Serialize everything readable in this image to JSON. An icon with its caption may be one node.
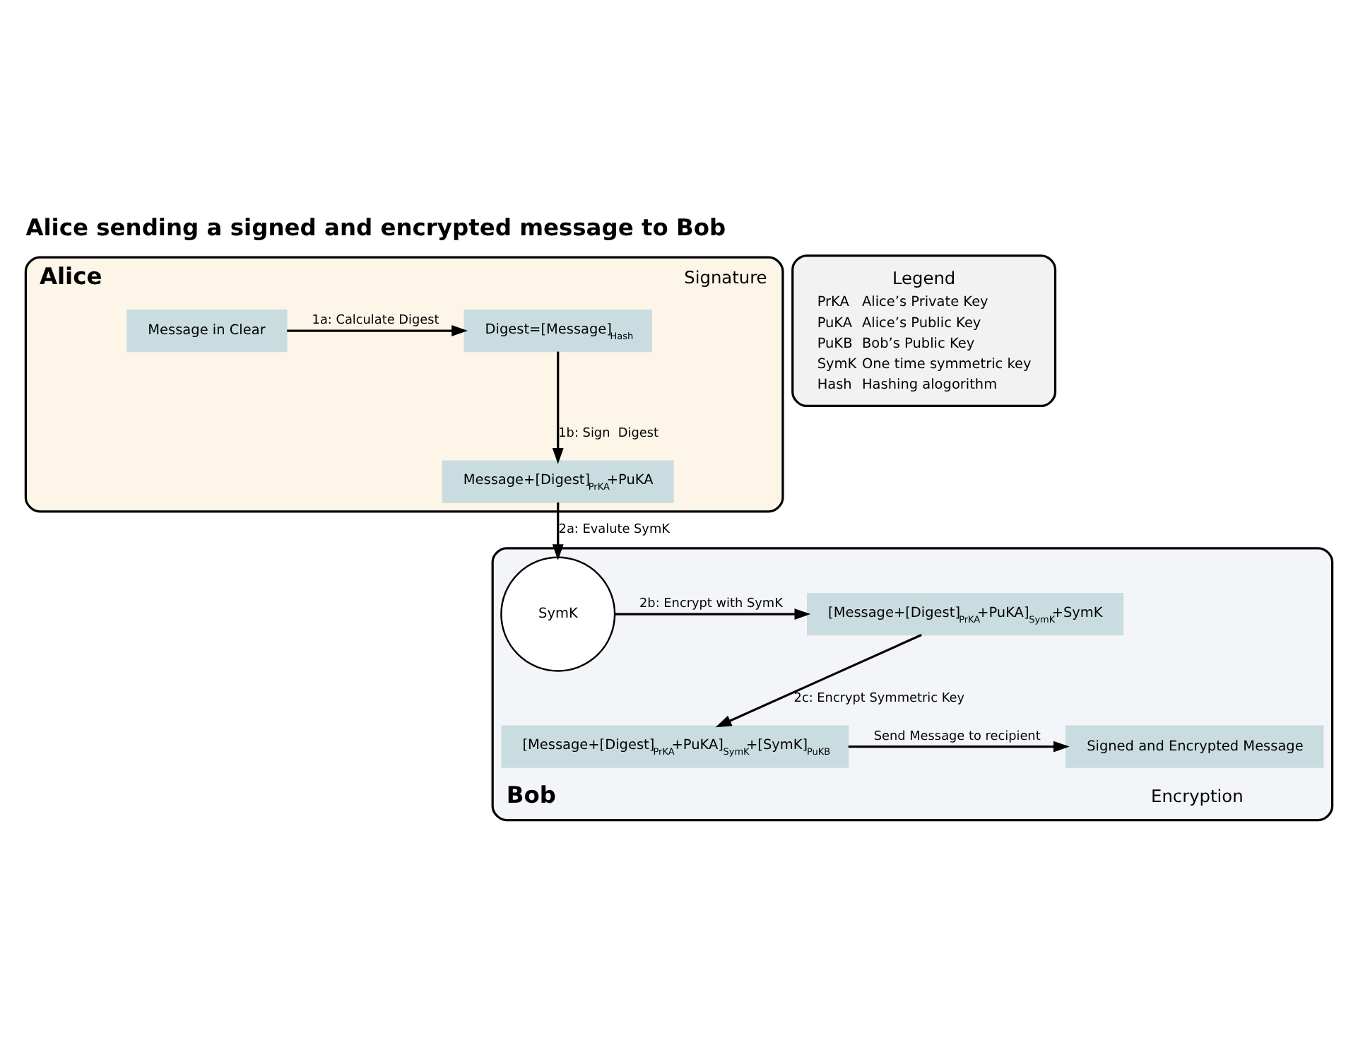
{
  "diagram": {
    "title": "Alice sending a signed and encrypted message to Bob",
    "nodes": [
      {
        "text": [
          "Alice",
          "Signature"
        ]
      },
      {
        "text": [
          "Message in Clear"
        ],
        "in": 0
      },
      {
        "text": [
          "Digest=[Message]$_{Hash}$"
        ],
        "in": 0
      },
      {
        "text": [
          "Message+[Digest]$_{PrKA}$+PuKA"
        ],
        "in": 0
      },
      {
        "text": [
          "Bob",
          "Encryption"
        ]
      },
      {
        "text": [
          "SymK"
        ],
        "in": 4
      },
      {
        "text": [
          "[Message+[Digest]$_{PrKA}$+PuKA]$_{SymK}$+SymK"
        ],
        "in": 4
      },
      {
        "text": [
          "[Message+[Digest]$_{PrKA}$+PuKA]$_{SymK}$+[SymK]$_{PuKB}$"
        ],
        "in": 4
      },
      {
        "text": [
          "Signed and Encrypted Message"
        ],
        "in": 4
      },
      {
        "text": [
          "Legend",
          "PrKA",
          "Alice’s Private Key",
          "PuKA",
          "Alice’s Public Key",
          "PuKB",
          "Bob’s Public Key",
          "SymK",
          "One time symmetric key",
          "Hash",
          "Hashing alogorithm"
        ]
      }
    ],
    "edges": [
      {
        "from": 1,
        "to": 2,
        "arrow": "to",
        "label": "1a: Calculate Digest"
      },
      {
        "from": 2,
        "to": 3,
        "arrow": "to",
        "label": "1b: Sign  Digest"
      },
      {
        "from": 3,
        "to": 5,
        "arrow": "to",
        "label": "2a: Evalute SymK"
      },
      {
        "from": 5,
        "to": 6,
        "arrow": "to",
        "label": "2b: Encrypt with SymK"
      },
      {
        "from": 6,
        "to": 7,
        "arrow": "to",
        "label": "2c: Encrypt Symmetric Key"
      },
      {
        "from": 7,
        "to": 8,
        "arrow": "to",
        "label": "Send Message to recipient"
      }
    ]
  }
}
